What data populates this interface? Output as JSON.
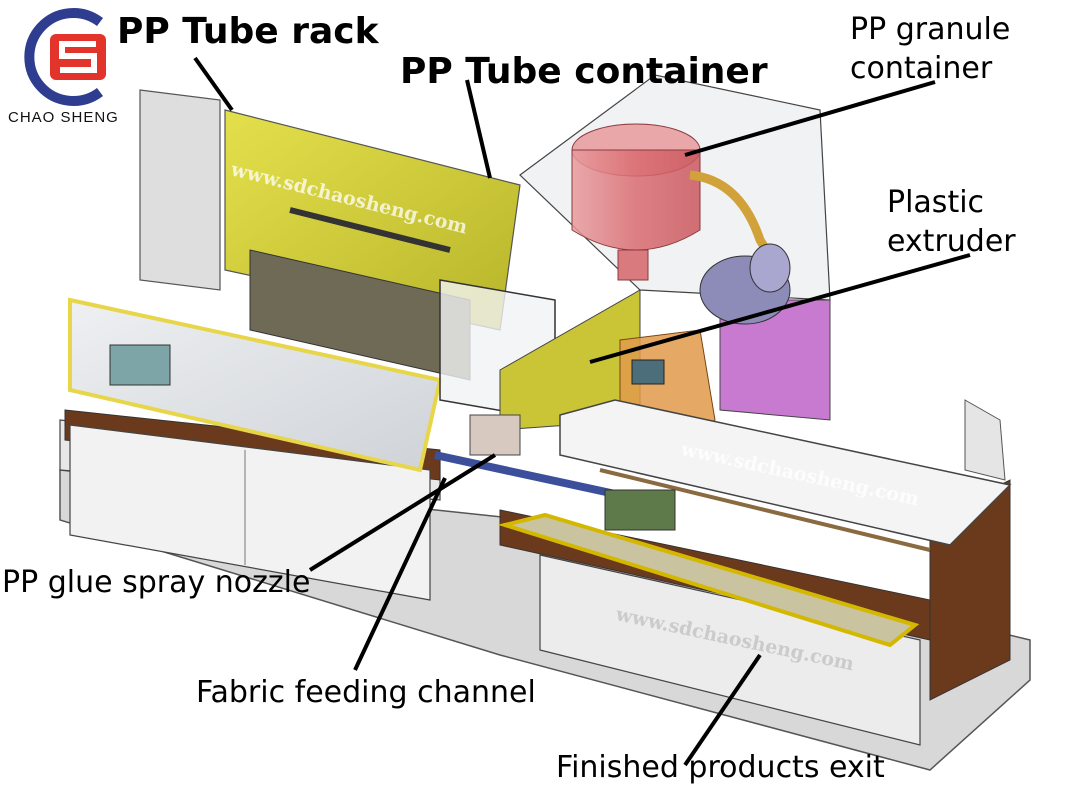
{
  "logo": {
    "text": "CHAO  SHENG"
  },
  "watermark": "www.sdchaosheng.com",
  "labels": {
    "tube_rack": "PP Tube rack",
    "tube_container": "PP Tube container",
    "granule_container": "PP granule\ncontainer",
    "extruder": "Plastic\nextruder",
    "glue_nozzle": "PP glue spray nozzle",
    "fabric_channel": "Fabric feeding channel",
    "finished_exit": "Finished products exit"
  },
  "colors": {
    "frame": "#d9d9d9",
    "yellow": "#d4d13a",
    "brown": "#6b3a1d",
    "magenta": "#c77ad0",
    "pink_hopper": "#e0888a",
    "orange_box": "#e09a4a",
    "logo_blue": "#2e3d8f",
    "logo_red": "#e2342a"
  }
}
